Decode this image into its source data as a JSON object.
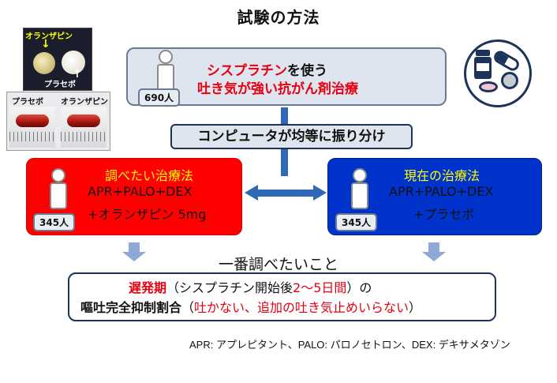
{
  "title": "試験の方法",
  "photo": {
    "label_top": "オランザピン",
    "label_bottom": "プラセボ",
    "capsule_label_left": "プラセボ",
    "capsule_label_right": "オランザピン"
  },
  "top_box": {
    "count": "690人",
    "line1_red": "シスプラチン",
    "line1_black": "を使う",
    "line2": "吐き気が強い抗がん剤治療"
  },
  "randomize": "コンピュータが均等に振り分け",
  "arm_experimental": {
    "title": "調べたい治療法",
    "regimen": "APR+PALO+DEX",
    "plus": "+",
    "addition": "オランザピン 5mg",
    "count": "345人"
  },
  "arm_control": {
    "title": "現在の治療法",
    "regimen": "APR+PALO+DEX",
    "plus": "+",
    "addition": "プラセボ",
    "count": "345人"
  },
  "primary": {
    "label": "一番調べたいこと",
    "l1_red": "遅発期",
    "l1_a": "（シスプラチン開始後",
    "l1_red2": "2～5日間",
    "l1_b": "）の",
    "l2_bold": "嘔吐完全抑制割合",
    "l2_a": "（",
    "l2_red": "吐かない、追加の吐き気止めいらない",
    "l2_b": "）"
  },
  "footnote": "APR: アプレピタント、PALO: パロノセトロン、DEX: デキサメタゾン",
  "colors": {
    "red_arm": "#ff0000",
    "blue_arm": "#0033cc",
    "accent_red": "#e60012",
    "highlight_yellow": "#ffff00",
    "connector_blue": "#2f69b6",
    "box_fill": "#dfe5ef",
    "navy": "#1d3359"
  }
}
